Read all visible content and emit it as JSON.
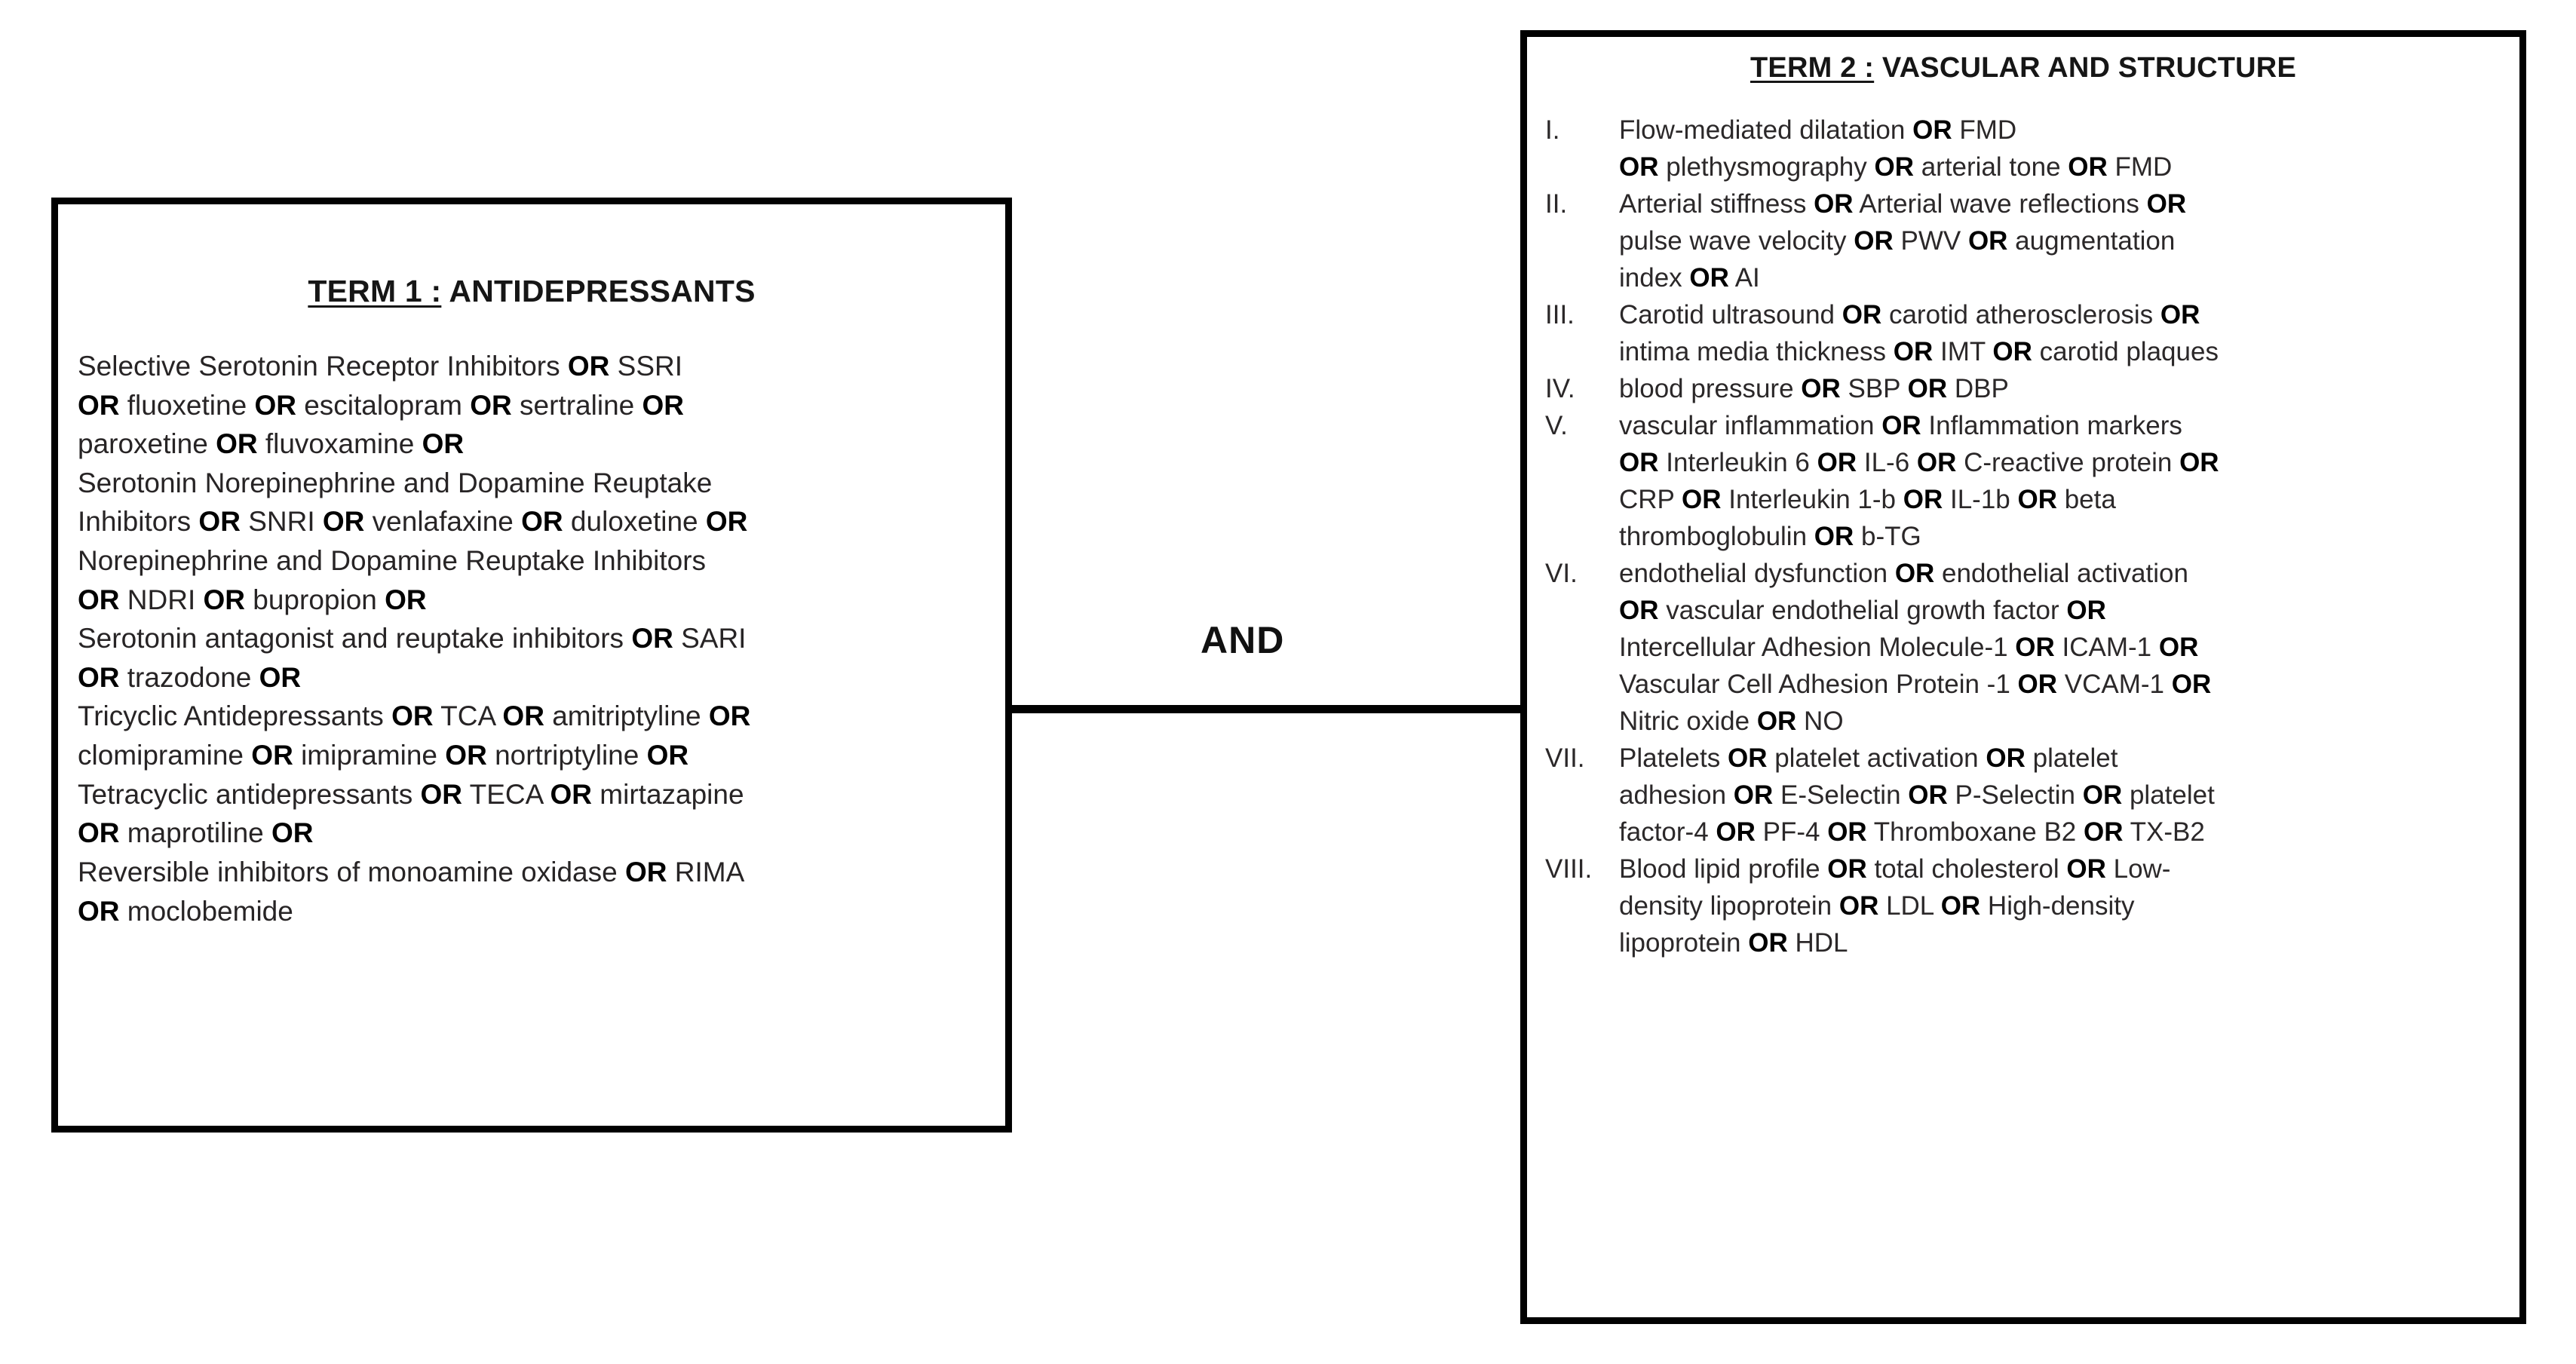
{
  "diagram": {
    "connector": {
      "label": "AND"
    },
    "term1": {
      "title_underlined": "TERM 1 :",
      "title_rest": " ANTIDEPRESSANTS",
      "lines": [
        "Selective Serotonin Receptor Inhibitors <b>OR</b> SSRI",
        "<b>OR</b> fluoxetine <b>OR</b> escitalopram <b>OR</b> sertraline <b>OR</b>",
        "paroxetine <b>OR</b> fluvoxamine <b>OR</b>",
        "Serotonin  Norepinephrine and Dopamine Reuptake",
        "Inhibitors <b>OR</b> SNRI <b>OR</b> venlafaxine <b>OR</b> duloxetine <b>OR</b>",
        " Norepinephrine and Dopamine Reuptake Inhibitors",
        "<b>OR</b> NDRI <b>OR</b> bupropion <b>OR</b>",
        "Serotonin antagonist and reuptake inhibitors <b>OR</b> SARI",
        "<b>OR</b> trazodone <b>OR</b>",
        "Tricyclic Antidepressants  <b>OR</b> TCA <b>OR</b> amitriptyline <b>OR</b>",
        "clomipramine <b>OR</b> imipramine <b>OR</b> nortriptyline <b>OR</b>",
        "Tetracyclic antidepressants <b>OR</b> TECA <b>OR</b>  mirtazapine",
        "<b>OR</b> maprotiline <b>OR</b>",
        "Reversible inhibitors of monoamine oxidase <b>OR</b> RIMA",
        "<b>OR</b> moclobemide"
      ]
    },
    "term2": {
      "title_underlined": "TERM 2 :",
      "title_rest": " VASCULAR AND STRUCTURE",
      "items": [
        {
          "numeral": "I.",
          "lines": [
            "Flow-mediated dilatation <b>OR</b> FMD",
            "<b>OR</b> plethysmography  <b>OR</b> arterial tone <b>OR</b> FMD"
          ]
        },
        {
          "numeral": "II.",
          "lines": [
            "Arterial stiffness <b>OR</b> Arterial wave reflections <b>OR</b>",
            "pulse wave velocity <b>OR</b> PWV <b>OR</b> augmentation",
            "index <b>OR</b> AI"
          ]
        },
        {
          "numeral": "III.",
          "lines": [
            "Carotid ultrasound <b>OR</b> carotid atherosclerosis <b>OR</b>",
            "intima media thickness <b>OR</b> IMT <b>OR</b> carotid plaques"
          ]
        },
        {
          "numeral": "IV.",
          "lines": [
            "blood pressure <b>OR</b> SBP <b>OR</b> DBP"
          ]
        },
        {
          "numeral": "V.",
          "lines": [
            "vascular inflammation <b>OR</b> Inflammation markers",
            "<b>OR</b> Interleukin 6 <b>OR</b> IL-6 <b>OR</b> C-reactive protein <b>OR</b>",
            "CRP <b>OR</b> Interleukin 1-b <b>OR</b> IL-1b <b>OR</b> beta",
            "thromboglobulin <b>OR</b> b-TG"
          ]
        },
        {
          "numeral": "VI.",
          "lines": [
            "endothelial dysfunction <b>OR</b> endothelial activation",
            "<b>OR</b> vascular endothelial growth factor <b>OR</b>",
            "Intercellular Adhesion Molecule-1 <b>OR</b> ICAM-1 <b>OR</b>",
            "Vascular Cell Adhesion Protein -1 <b>OR</b> VCAM-1 <b>OR</b>",
            "Nitric oxide <b>OR</b> NO"
          ]
        },
        {
          "numeral": "VII.",
          "lines": [
            "Platelets <b>OR</b> platelet activation <b>OR</b> platelet",
            "adhesion <b>OR</b> E-Selectin  <b>OR</b> P-Selectin <b>OR</b> platelet",
            "factor-4 <b>OR</b> PF-4 <b>OR</b> Thromboxane B2 <b>OR</b> TX-B2"
          ]
        },
        {
          "numeral": "VIII.",
          "lines": [
            "Blood lipid profile <b>OR</b> total cholesterol <b>OR</b> Low-",
            "density lipoprotein <b>OR</b> LDL <b>OR</b> High-density",
            "lipoprotein <b>OR</b> HDL"
          ]
        }
      ]
    }
  },
  "colors": {
    "border": "#010101",
    "text": "#272425",
    "background": "#ffffff"
  }
}
